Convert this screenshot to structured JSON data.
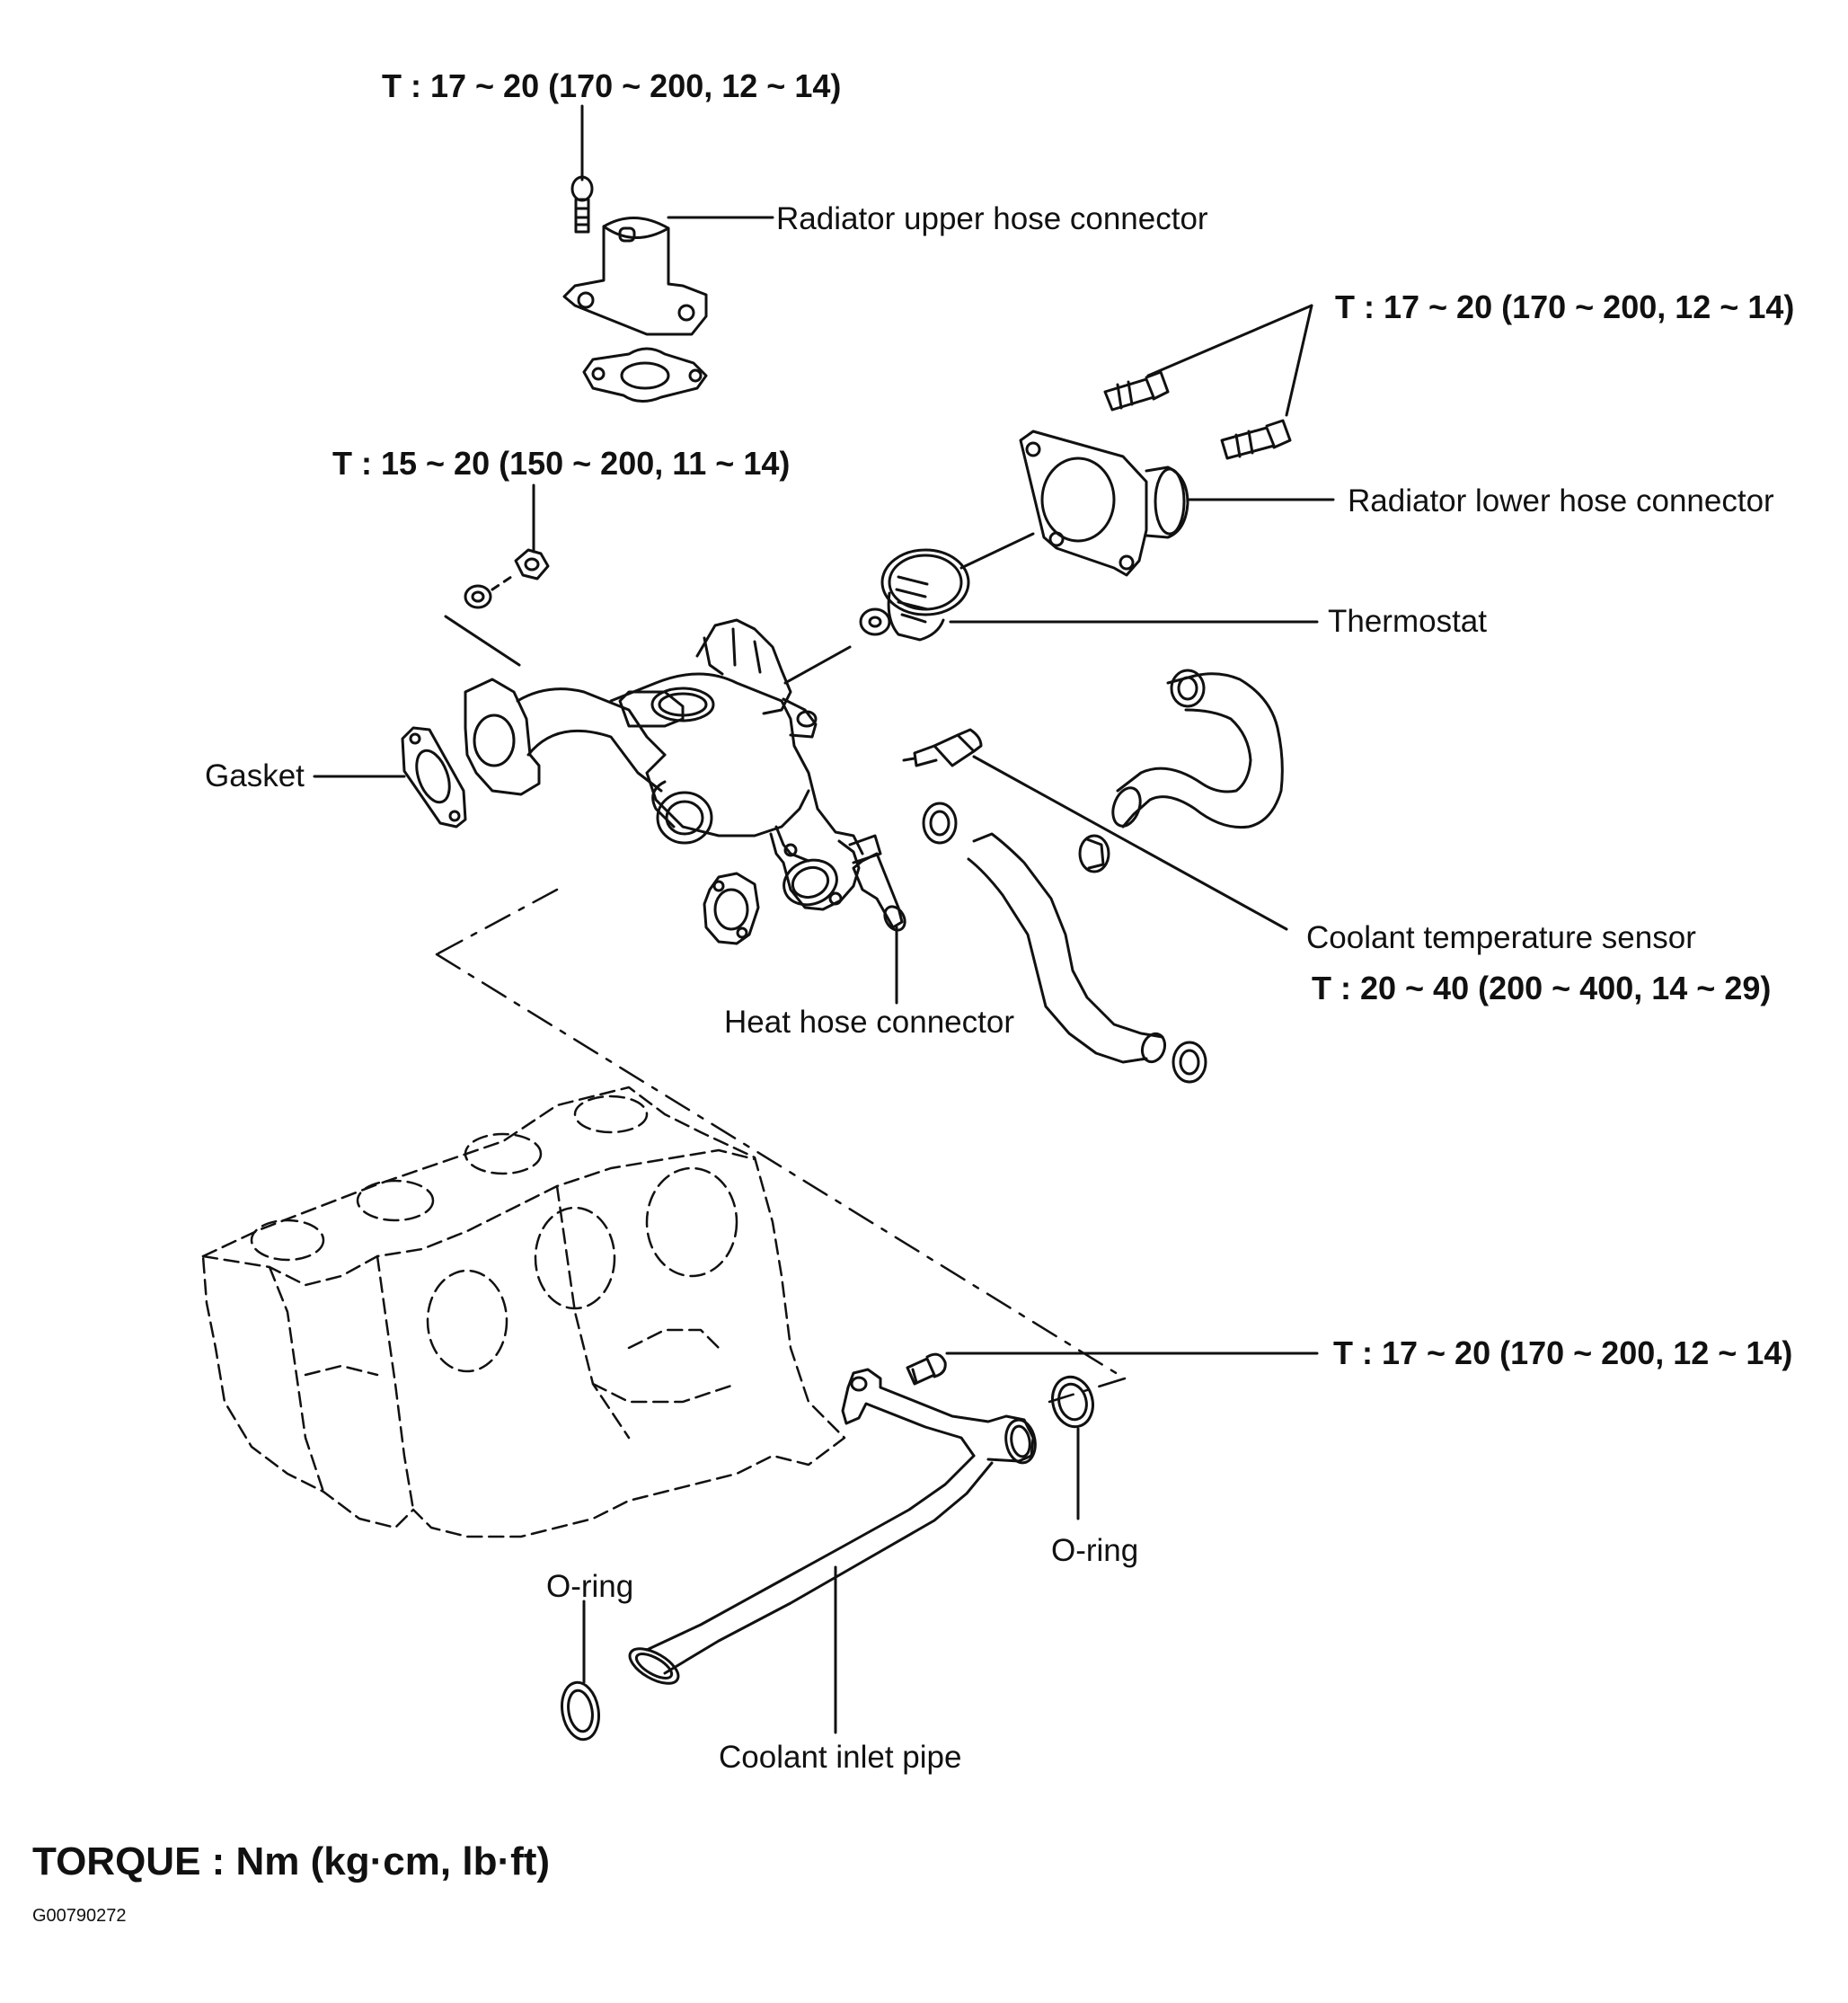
{
  "callouts": {
    "upper_hose_bolt_torque": "T : 17 ~ 20 (170 ~ 200, 12 ~ 14)",
    "radiator_upper_hose_connector": "Radiator upper hose connector",
    "lower_hose_bolt_torque": "T : 17 ~ 20 (170 ~ 200, 12 ~ 14)",
    "manifold_nut_torque": "T : 15 ~ 20 (150 ~ 200, 11 ~ 14)",
    "radiator_lower_hose_connector": "Radiator lower hose connector",
    "thermostat": "Thermostat",
    "gasket": "Gasket",
    "coolant_temperature_sensor": "Coolant temperature sensor",
    "sensor_torque": "T : 20 ~ 40 (200 ~ 400, 14 ~ 29)",
    "heat_hose_connector": "Heat hose connector",
    "inlet_pipe_bolt_torque": "T : 17 ~ 20 (170 ~ 200, 12 ~ 14)",
    "o_ring_right": "O-ring",
    "o_ring_left": "O-ring",
    "coolant_inlet_pipe": "Coolant inlet pipe"
  },
  "legend": "TORQUE : Nm (kg·cm, lb·ft)",
  "figure_id": "G00790272"
}
